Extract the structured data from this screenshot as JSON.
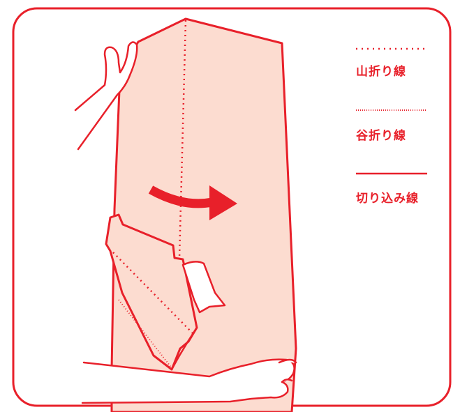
{
  "colors": {
    "accent": "#e8202a",
    "fill": "#fcdcd0",
    "background": "#ffffff"
  },
  "legend": {
    "mountain_fold": "山折り線",
    "valley_fold": "谷折り線",
    "cut_line": "切り込み線"
  },
  "icons": {
    "arrow": "arrow-right-icon",
    "hand_top": "hand-icon",
    "hand_bottom": "hand-icon"
  }
}
